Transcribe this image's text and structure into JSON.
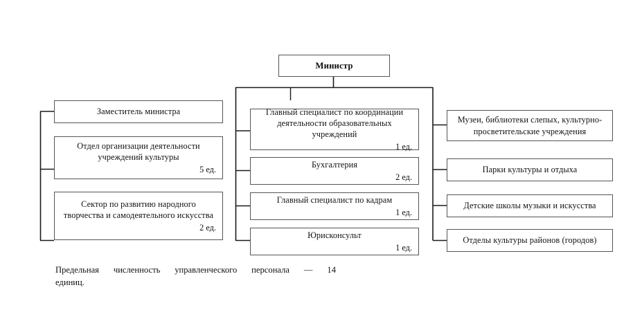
{
  "chart": {
    "type": "org-chart",
    "title": "Министр",
    "root": {
      "label": "Министр",
      "count": ""
    },
    "columns": [
      {
        "name": "left-column",
        "nodes": [
          {
            "label": "Заместитель министра",
            "count": ""
          },
          {
            "label": "Отдел организации деятельности учреждений культуры",
            "count": "5 ед."
          },
          {
            "label": "Сектор по развитию народного творчества и самодеятельного искусства",
            "count": "2 ед."
          }
        ]
      },
      {
        "name": "middle-column",
        "nodes": [
          {
            "label": "Главный специалист по координации деятельности образовательных учреждений",
            "count": "1 ед."
          },
          {
            "label": "Бухгалтерия",
            "count": "2 ед."
          },
          {
            "label": "Главный специалист по кадрам",
            "count": "1 ед."
          },
          {
            "label": "Юрисконсульт",
            "count": "1 ед."
          }
        ]
      },
      {
        "name": "right-column",
        "nodes": [
          {
            "label": "Музеи, библиотеки слепых, культурно-просветительские учреждения",
            "count": ""
          },
          {
            "label": "Парки культуры и отдыха",
            "count": ""
          },
          {
            "label": "Детские школы музыки и искусства",
            "count": ""
          },
          {
            "label": "Отделы культуры районов   (городов)",
            "count": ""
          }
        ]
      }
    ]
  },
  "caption": {
    "line1": "Предельная численность управленческого персонала — 14",
    "line2": "единиц.",
    "total_units": "14"
  },
  "colors": {
    "box_border": "#555555",
    "connector": "#1a1a1a",
    "text": "#111111",
    "background": "#ffffff"
  }
}
